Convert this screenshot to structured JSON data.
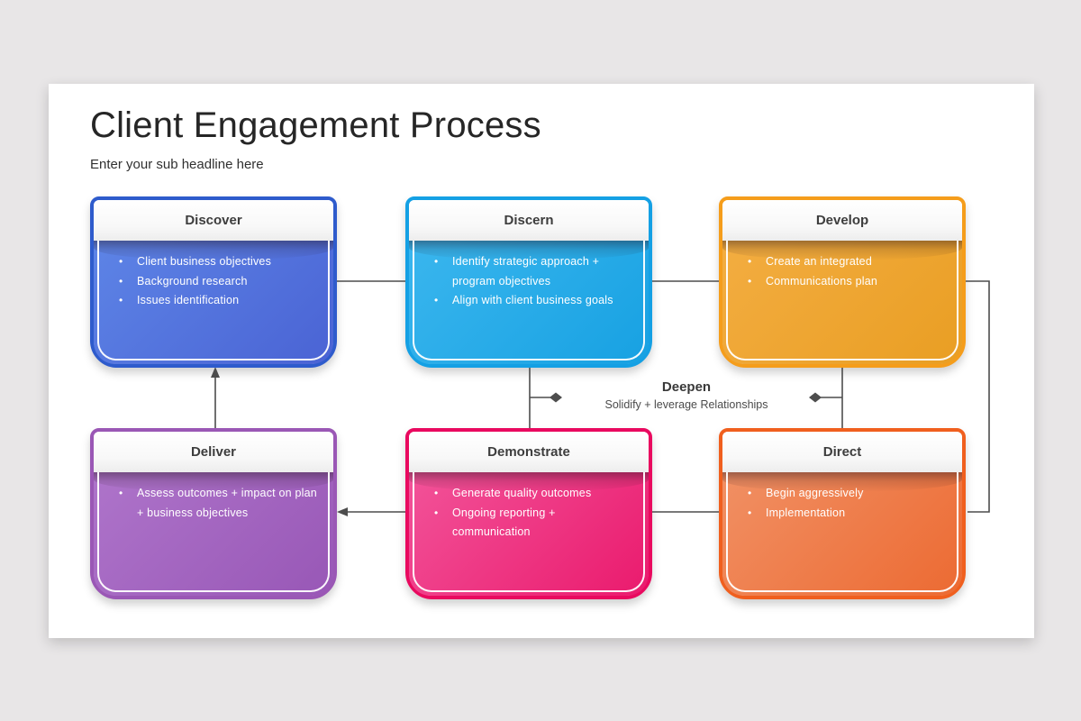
{
  "page": {
    "background_color": "#e8e6e7",
    "slide_color": "#ffffff",
    "line_color": "#4d4d4d"
  },
  "header": {
    "title": "Client Engagement Process",
    "subtitle": "Enter your sub headline here"
  },
  "center_label": {
    "title": "Deepen",
    "subtitle": "Solidify + leverage Relationships"
  },
  "boxes": [
    {
      "id": "discover",
      "title": "Discover",
      "border_color": "#2e5bcc",
      "body_gradient_from": "#5d84e6",
      "body_gradient_to": "#4a63d4",
      "bullets": [
        "Client business objectives",
        "Background research",
        "Issues identification"
      ]
    },
    {
      "id": "discern",
      "title": "Discern",
      "border_color": "#14a0e4",
      "body_gradient_from": "#3ab6ee",
      "body_gradient_to": "#17a1e2",
      "bullets": [
        "Identify strategic approach + program objectives",
        "Align with client business goals"
      ]
    },
    {
      "id": "develop",
      "title": "Develop",
      "border_color": "#f59d1b",
      "body_gradient_from": "#f3ad41",
      "body_gradient_to": "#e99e23",
      "bullets": [
        "Create an integrated",
        "Communications plan"
      ]
    },
    {
      "id": "deliver",
      "title": "Deliver",
      "border_color": "#9a57b5",
      "body_gradient_from": "#ae74ca",
      "body_gradient_to": "#9857b6",
      "bullets": [
        "Assess outcomes + impact on plan + business objectives"
      ]
    },
    {
      "id": "demonstrate",
      "title": "Demonstrate",
      "border_color": "#e9095f",
      "body_gradient_from": "#f25399",
      "body_gradient_to": "#ea1a6d",
      "bullets": [
        "Generate quality outcomes",
        "Ongoing reporting + communication"
      ]
    },
    {
      "id": "direct",
      "title": "Direct",
      "border_color": "#f05f1e",
      "body_gradient_from": "#f19064",
      "body_gradient_to": "#ec6a32",
      "bullets": [
        "Begin aggressively",
        "Implementation"
      ]
    }
  ]
}
